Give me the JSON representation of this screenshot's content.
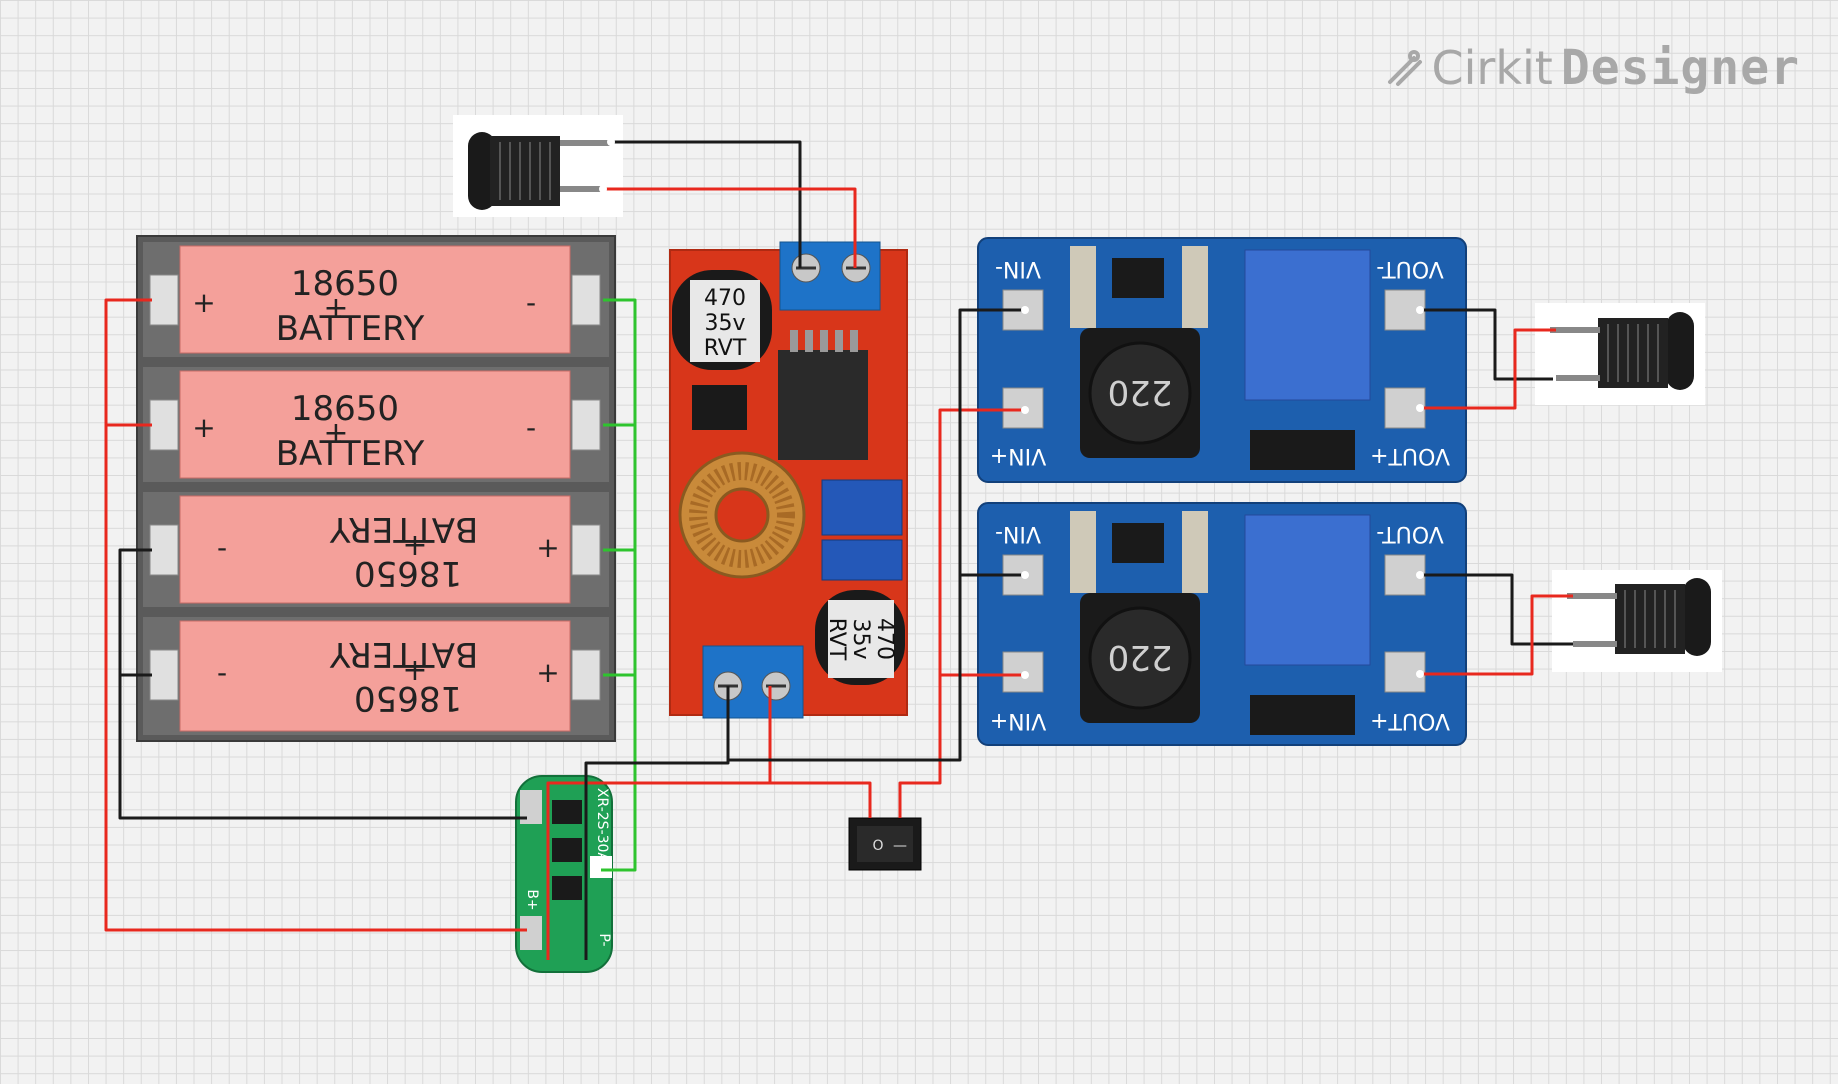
{
  "app": {
    "brand_name": "Cirkit",
    "brand_suffix": "Designer"
  },
  "batteries": [
    {
      "line1": "18650",
      "line2": "BATTERY",
      "plus": "+",
      "minus": "-",
      "flipped": false
    },
    {
      "line1": "18650",
      "line2": "BATTERY",
      "plus": "+",
      "minus": "-",
      "flipped": false
    },
    {
      "line1": "18650",
      "line2": "BATTERY",
      "plus": "+",
      "minus": "-",
      "flipped": true
    },
    {
      "line1": "18650",
      "line2": "BATTERY",
      "plus": "+",
      "minus": "-",
      "flipped": true
    }
  ],
  "buck_converter": {
    "cap1": [
      "470",
      "35v",
      "RVT"
    ],
    "cap2": [
      "470",
      "35v",
      "RVT"
    ]
  },
  "boost_converters": [
    {
      "vin_minus": "VIN-",
      "vin_plus": "VIN+",
      "vout_minus": "VOUT-",
      "vout_plus": "VOUT+",
      "inductor": "220"
    },
    {
      "vin_minus": "VIN-",
      "vin_plus": "VIN+",
      "vout_minus": "VOUT-",
      "vout_plus": "VOUT+",
      "inductor": "220"
    }
  ],
  "bms": {
    "label": "XR-2S-30A",
    "bplus": "B+",
    "pminus": "P-"
  },
  "switch": {
    "symbol_off": "O",
    "symbol_on": "—"
  },
  "colors": {
    "red_wire": "#e8281e",
    "black_wire": "#1a1a1a",
    "green_wire": "#2ec42e",
    "battery_fill": "#f4a09a",
    "pcb_blue": "#1d5fae",
    "pcb_red": "#d8361a",
    "pcb_green": "#1fa055"
  }
}
